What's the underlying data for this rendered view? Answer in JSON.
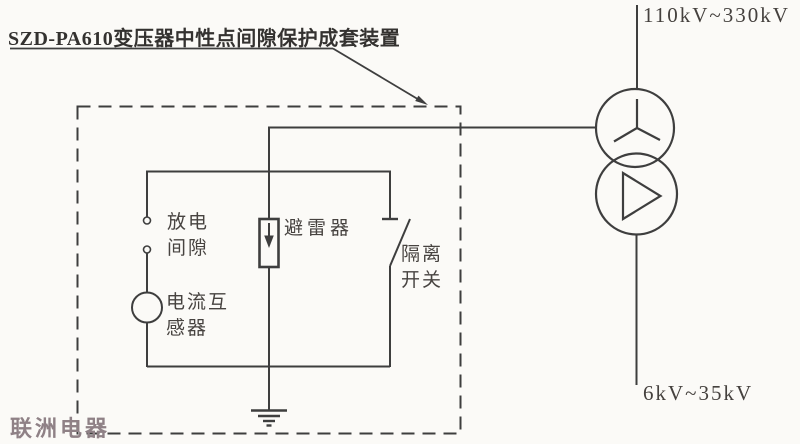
{
  "page": {
    "title": "SZD-PA610变压器中性点间隙保护成套装置",
    "watermark": "联洲电器"
  },
  "schematic": {
    "hv_label": "110kV~330kV",
    "lv_label": "6kV~35kV",
    "components": {
      "discharge_gap": "放电间隙",
      "arrester": "避雷器",
      "isolator_switch": "隔离开关",
      "current_transformer": "电流互感器"
    },
    "colors": {
      "line": "#3e3e3e",
      "text": "#474340",
      "watermark": "#8f8186",
      "background": "#fbfaf7"
    }
  }
}
